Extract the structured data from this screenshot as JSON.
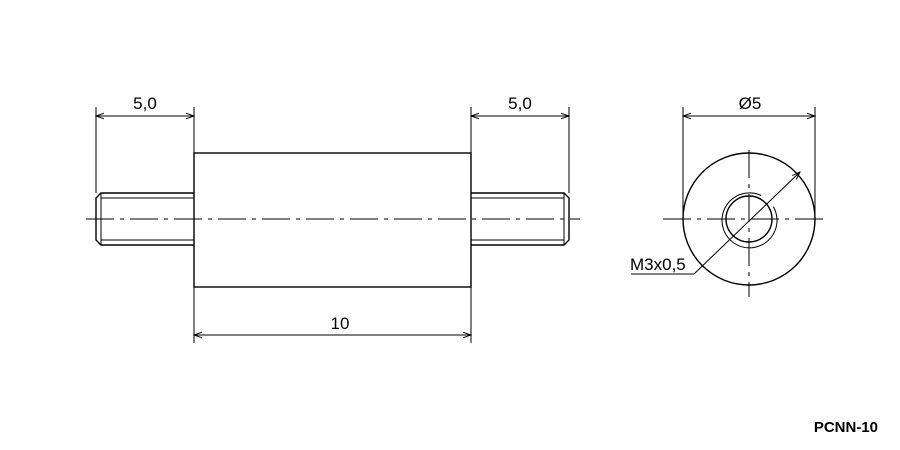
{
  "drawing": {
    "dimensions": {
      "left_stud_length": "5,0",
      "right_stud_length": "5,0",
      "body_length": "10",
      "diameter": "Ø5",
      "thread": "M3x0,5"
    },
    "part_code": "PCNN-10"
  }
}
